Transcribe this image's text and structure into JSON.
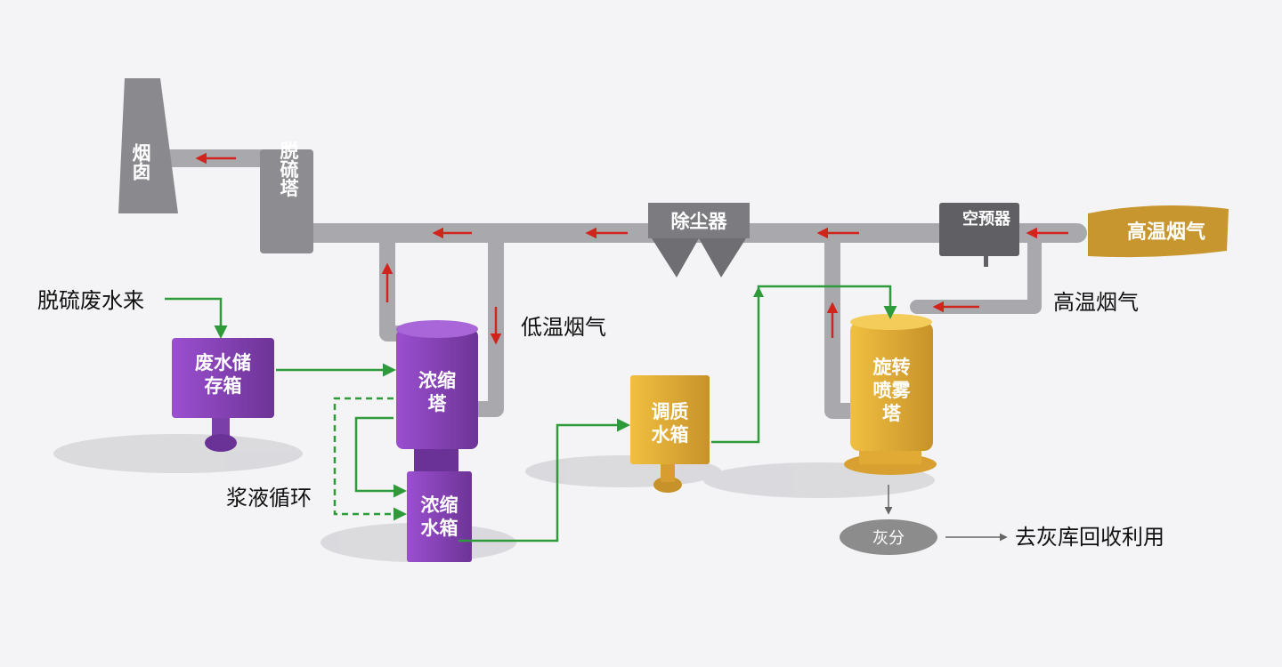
{
  "colors": {
    "pipe": "#a9a9ad",
    "equipment_gray": "#8a8a8e",
    "purple": "#8a4bb8",
    "yellow": "#e6b23a",
    "banner_gold": "#c8962e",
    "green_flow": "#2e9a3a",
    "red_arrow": "#d0241c",
    "ash": "#8c8c8c"
  },
  "equipment": {
    "chimney": "烟囱",
    "desulfurization_tower": "脱硫塔",
    "dust_collector": "除尘器",
    "air_preheater": "空预器",
    "wastewater_storage_tank": "废水储存箱",
    "concentration_tower": "浓缩塔",
    "concentration_water_tank": "浓缩水箱",
    "conditioning_water_tank": "调质水箱",
    "rotary_spray_tower": "旋转喷雾塔",
    "ash": "灰分"
  },
  "labels": {
    "high_temp_flue_gas_banner": "高温烟气",
    "high_temp_flue_gas": "高温烟气",
    "low_temp_flue_gas": "低温烟气",
    "desulfurization_wastewater_in": "脱硫废水来",
    "slurry_circulation": "浆液循环",
    "to_ash_storage": "去灰库回收利用"
  }
}
